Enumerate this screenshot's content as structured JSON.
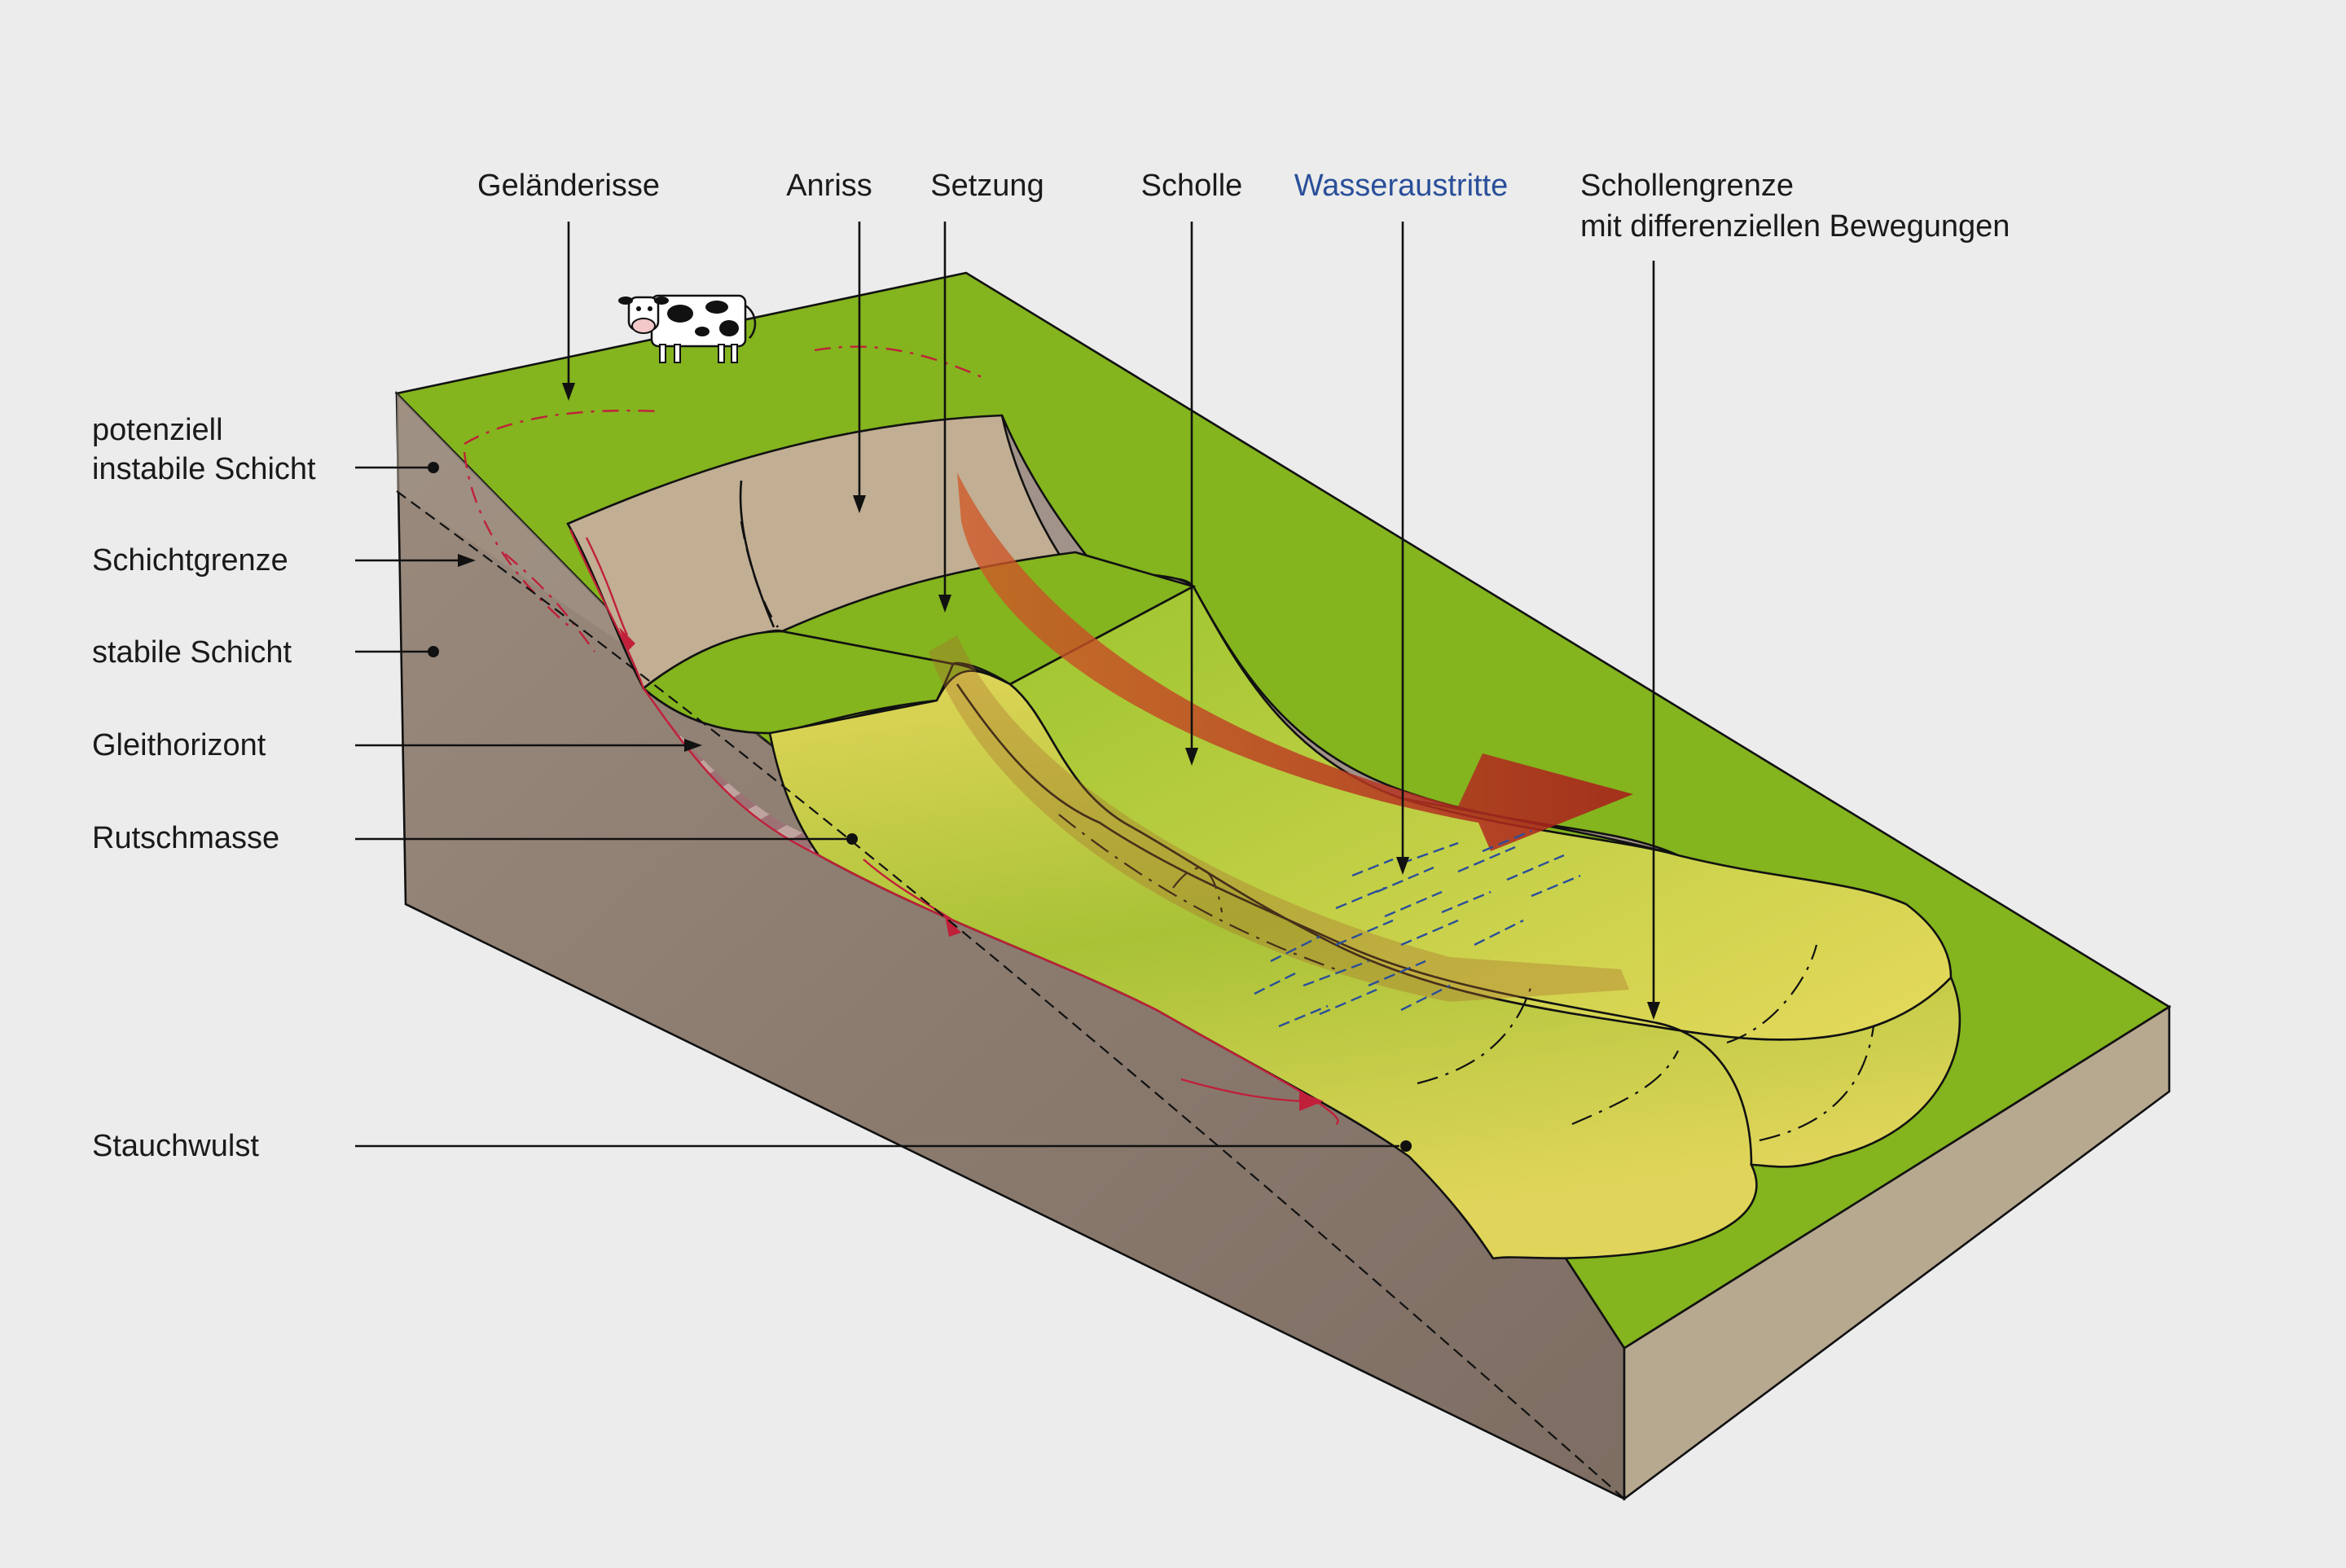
{
  "labels_top": {
    "gelaenderisse": "Geländerisse",
    "anriss": "Anriss",
    "setzung": "Setzung",
    "scholle": "Scholle",
    "wasseraustritte": "Wasseraustritte",
    "schollengrenze_line1": "Schollengrenze",
    "schollengrenze_line2": "mit differenziellen Bewegungen"
  },
  "labels_left": {
    "potenziell_line1": "potenziell",
    "potenziell_line2": "instabile Schicht",
    "schichtgrenze": "Schichtgrenze",
    "stabile_schicht": "stabile Schicht",
    "gleithorizont": "Gleithorizont",
    "rutschmasse": "Rutschmasse",
    "stauchwulst": "Stauchwulst"
  },
  "colors": {
    "background": "#ebeceb",
    "grass": "#84b41e",
    "grass_light": "#9cc52e",
    "soil_side": "#8f7f72",
    "soil_dark": "#7f6e62",
    "right_face": "#b7a890",
    "scarp": "#c1ae93",
    "block_yellow": "#e3d65a",
    "slide_mass": "#9a6f72",
    "flow_arrow": "#b02820",
    "water_dash": "#2a4f9a",
    "crack_red": "#c0203a",
    "label_blue": "#2a4f9a"
  },
  "icons": {
    "cow": "cow-icon"
  }
}
